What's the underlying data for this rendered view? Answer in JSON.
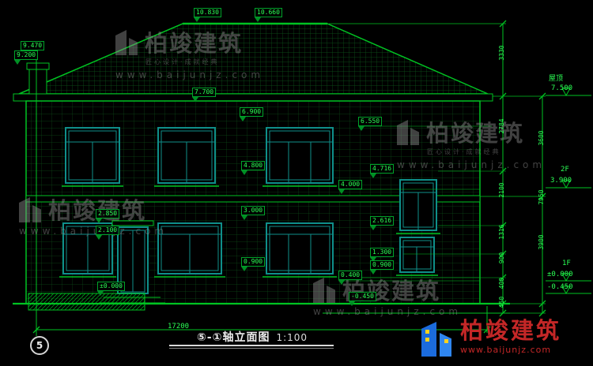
{
  "drawing": {
    "elevation_markers": [
      "10.830",
      "10.660",
      "9.470",
      "9.200",
      "7.700",
      "6.900",
      "6.550",
      "4.800",
      "4.716",
      "4.000",
      "2.850",
      "3.000",
      "2.616",
      "2.100",
      "0.900",
      "1.300",
      "0.900",
      "0.400",
      "±0.000",
      "-0.450"
    ],
    "right_dims": [
      "3330",
      "2784",
      "2100",
      "1316",
      "900",
      "400",
      "450",
      "3600",
      "7950",
      "3900"
    ],
    "bottom_dim": "17200",
    "levels": {
      "roof_label": "屋顶",
      "roof_value": "7.500",
      "f2_label": "2F",
      "f2_value": "3.900",
      "f1_label": "1F",
      "f1_value": "±0.000",
      "below_value": "-0.450"
    }
  },
  "title_block": {
    "axis_label": "⑤-①轴立面图",
    "scale": "1:100",
    "sheet_no": "5"
  },
  "watermark": {
    "brand": "柏竣建筑",
    "tagline": "匠心设计·成就经典",
    "url": "www.baijunjz.com"
  },
  "logo": {
    "brand": "柏竣建筑",
    "url": "www.baijunjz.com"
  },
  "colors": {
    "line_green": "#00c322",
    "text_green": "#2bff55",
    "window_teal": "#0f8f8a",
    "brand_red": "#c42727",
    "brand_blue": "#1b6bdd",
    "brand_yellow": "#ffd21e"
  }
}
